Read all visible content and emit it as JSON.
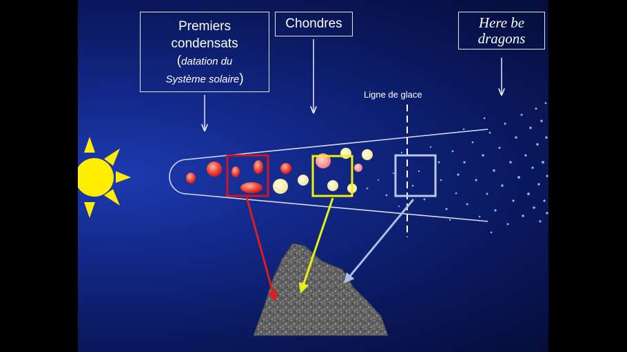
{
  "labels": {
    "premiers_line1": "Premiers",
    "premiers_line2": "condensats",
    "premiers_paren_open": "(",
    "premiers_sub1": "datation du",
    "premiers_sub2": "Système solaire",
    "premiers_paren_close": ")",
    "chondres": "Chondres",
    "dragons_line1": "Here be",
    "dragons_line2": "dragons",
    "ice_line": "Ligne de glace"
  },
  "colors": {
    "sun": "#ffee00",
    "condensat_box": "#d4141c",
    "chondre_box": "#f2f200",
    "ice_box": "#b9c9ee",
    "particles": "#7ec3e6"
  },
  "icons": {
    "sun": "sun-icon",
    "meteorite": "meteorite-rock"
  }
}
